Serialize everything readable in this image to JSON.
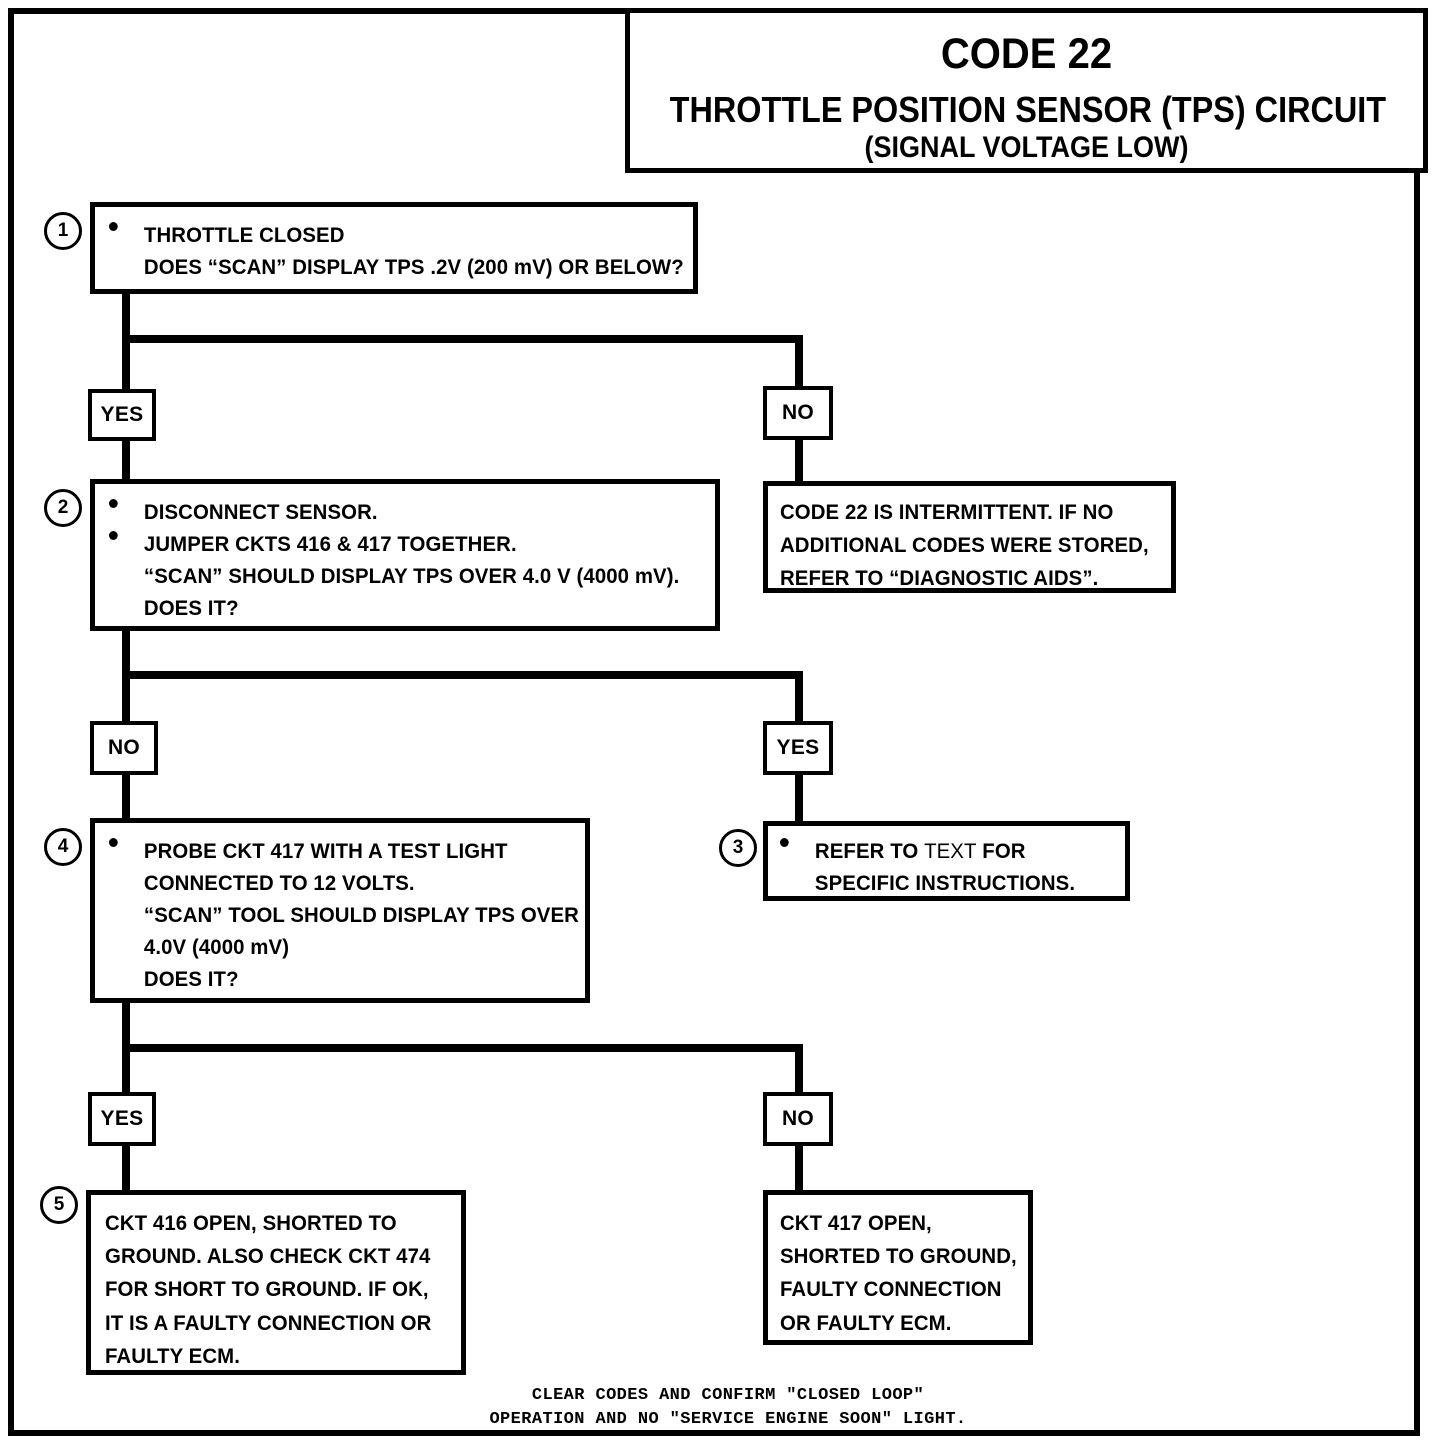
{
  "title": {
    "code": "CODE 22",
    "main": "THROTTLE POSITION SENSOR (TPS) CIRCUIT",
    "sub": "(SIGNAL VOLTAGE LOW)"
  },
  "steps": {
    "s1": {
      "number": "1",
      "lines": [
        "THROTTLE CLOSED",
        "DOES “SCAN” DISPLAY TPS .2V (200 mV) OR BELOW?"
      ]
    },
    "s2": {
      "number": "2",
      "lines": [
        "DISCONNECT SENSOR.",
        "JUMPER CKTS 416 & 417 TOGETHER.",
        "“SCAN” SHOULD DISPLAY TPS OVER  4.0 V (4000 mV).",
        "DOES IT?"
      ]
    },
    "s3": {
      "number": "3",
      "line1_a": "REFER TO ",
      "line1_b": "TEXT",
      "line1_c": " FOR",
      "line2": "SPECIFIC INSTRUCTIONS."
    },
    "s4": {
      "number": "4",
      "lines": [
        "PROBE CKT 417 WITH A TEST LIGHT",
        "CONNECTED TO 12 VOLTS.",
        "“SCAN” TOOL SHOULD DISPLAY TPS OVER",
        "4.0V (4000 mV)",
        "DOES IT?"
      ]
    },
    "s5": {
      "number": "5",
      "lines": [
        "CKT 416 OPEN, SHORTED TO",
        "GROUND.  ALSO CHECK CKT 474",
        "FOR SHORT TO GROUND.  IF OK,",
        "IT IS A FAULTY CONNECTION OR",
        "FAULTY ECM."
      ]
    },
    "intermittent": {
      "lines": [
        "CODE 22 IS INTERMITTENT.  IF NO",
        "ADDITIONAL CODES WERE STORED,",
        "REFER TO  “DIAGNOSTIC AIDS”."
      ]
    },
    "ckt417": {
      "lines": [
        "CKT 417 OPEN,",
        "SHORTED TO GROUND,",
        "FAULTY CONNECTION",
        "OR FAULTY ECM."
      ]
    }
  },
  "branches": {
    "b1_yes": "YES",
    "b1_no": "NO",
    "b2_no": "NO",
    "b2_yes": "YES",
    "b3_yes": "YES",
    "b3_no": "NO"
  },
  "footer": {
    "line1": "CLEAR  CODES  AND  CONFIRM  \"CLOSED  LOOP\"",
    "line2": "OPERATION  AND  NO \"SERVICE  ENGINE  SOON\"  LIGHT."
  },
  "colors": {
    "ink": "#000000",
    "paper": "#ffffff"
  }
}
